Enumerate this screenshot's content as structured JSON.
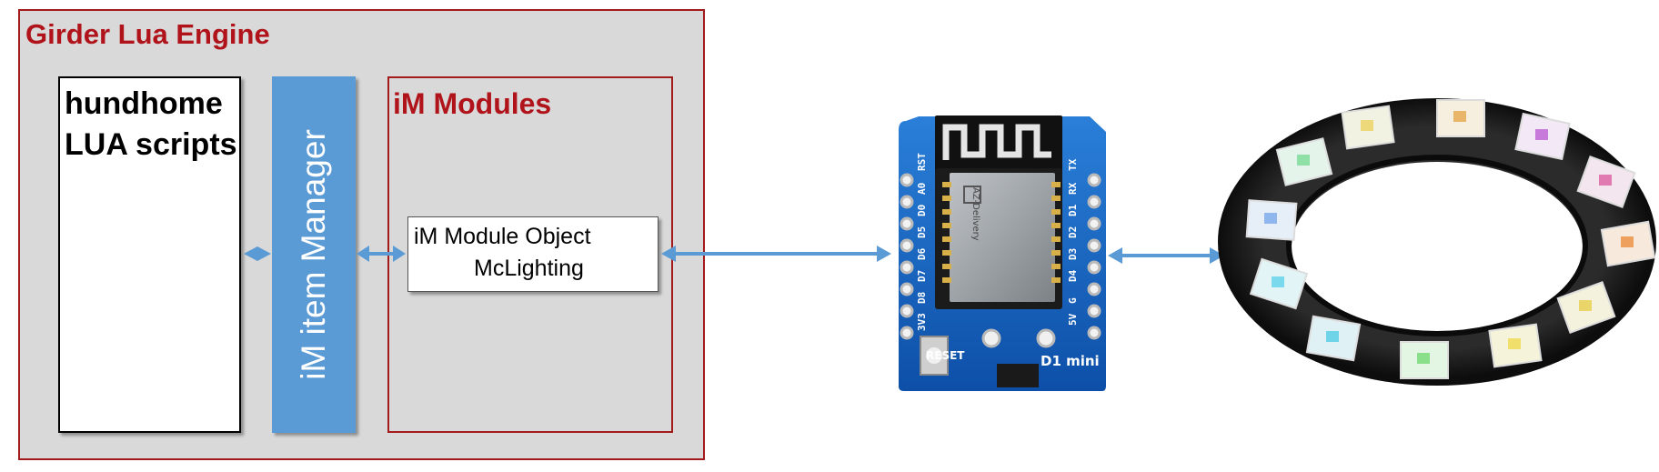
{
  "engine": {
    "title": "Girder Lua Engine"
  },
  "scripts": {
    "line1": "hundhome",
    "line2": "LUA scripts"
  },
  "manager": {
    "label": "iM item Manager"
  },
  "modules": {
    "title": "iM Modules"
  },
  "module_object": {
    "line1": "iM Module Object",
    "line2": "McLighting"
  },
  "board": {
    "logo_text": "AZ-Delivery",
    "pins_left": [
      "RST",
      "A0",
      "D0",
      "D5",
      "D6",
      "D7",
      "D8",
      "3V3"
    ],
    "pins_right": [
      "TX",
      "RX",
      "D1",
      "D2",
      "D3",
      "D4",
      "G",
      "5V"
    ],
    "reset_label": "RESET",
    "model_label": "D1 mini"
  },
  "colors": {
    "frame_red": "#a31a1d",
    "title_red": "#b0141a",
    "manager_blue": "#5b9bd5",
    "arrow_blue": "#5b9bd5",
    "board_blue": "#1565c0",
    "ring_black": "#1f1f1f"
  },
  "icons": [
    "wemos-d1-mini-board",
    "neopixel-led-ring"
  ]
}
